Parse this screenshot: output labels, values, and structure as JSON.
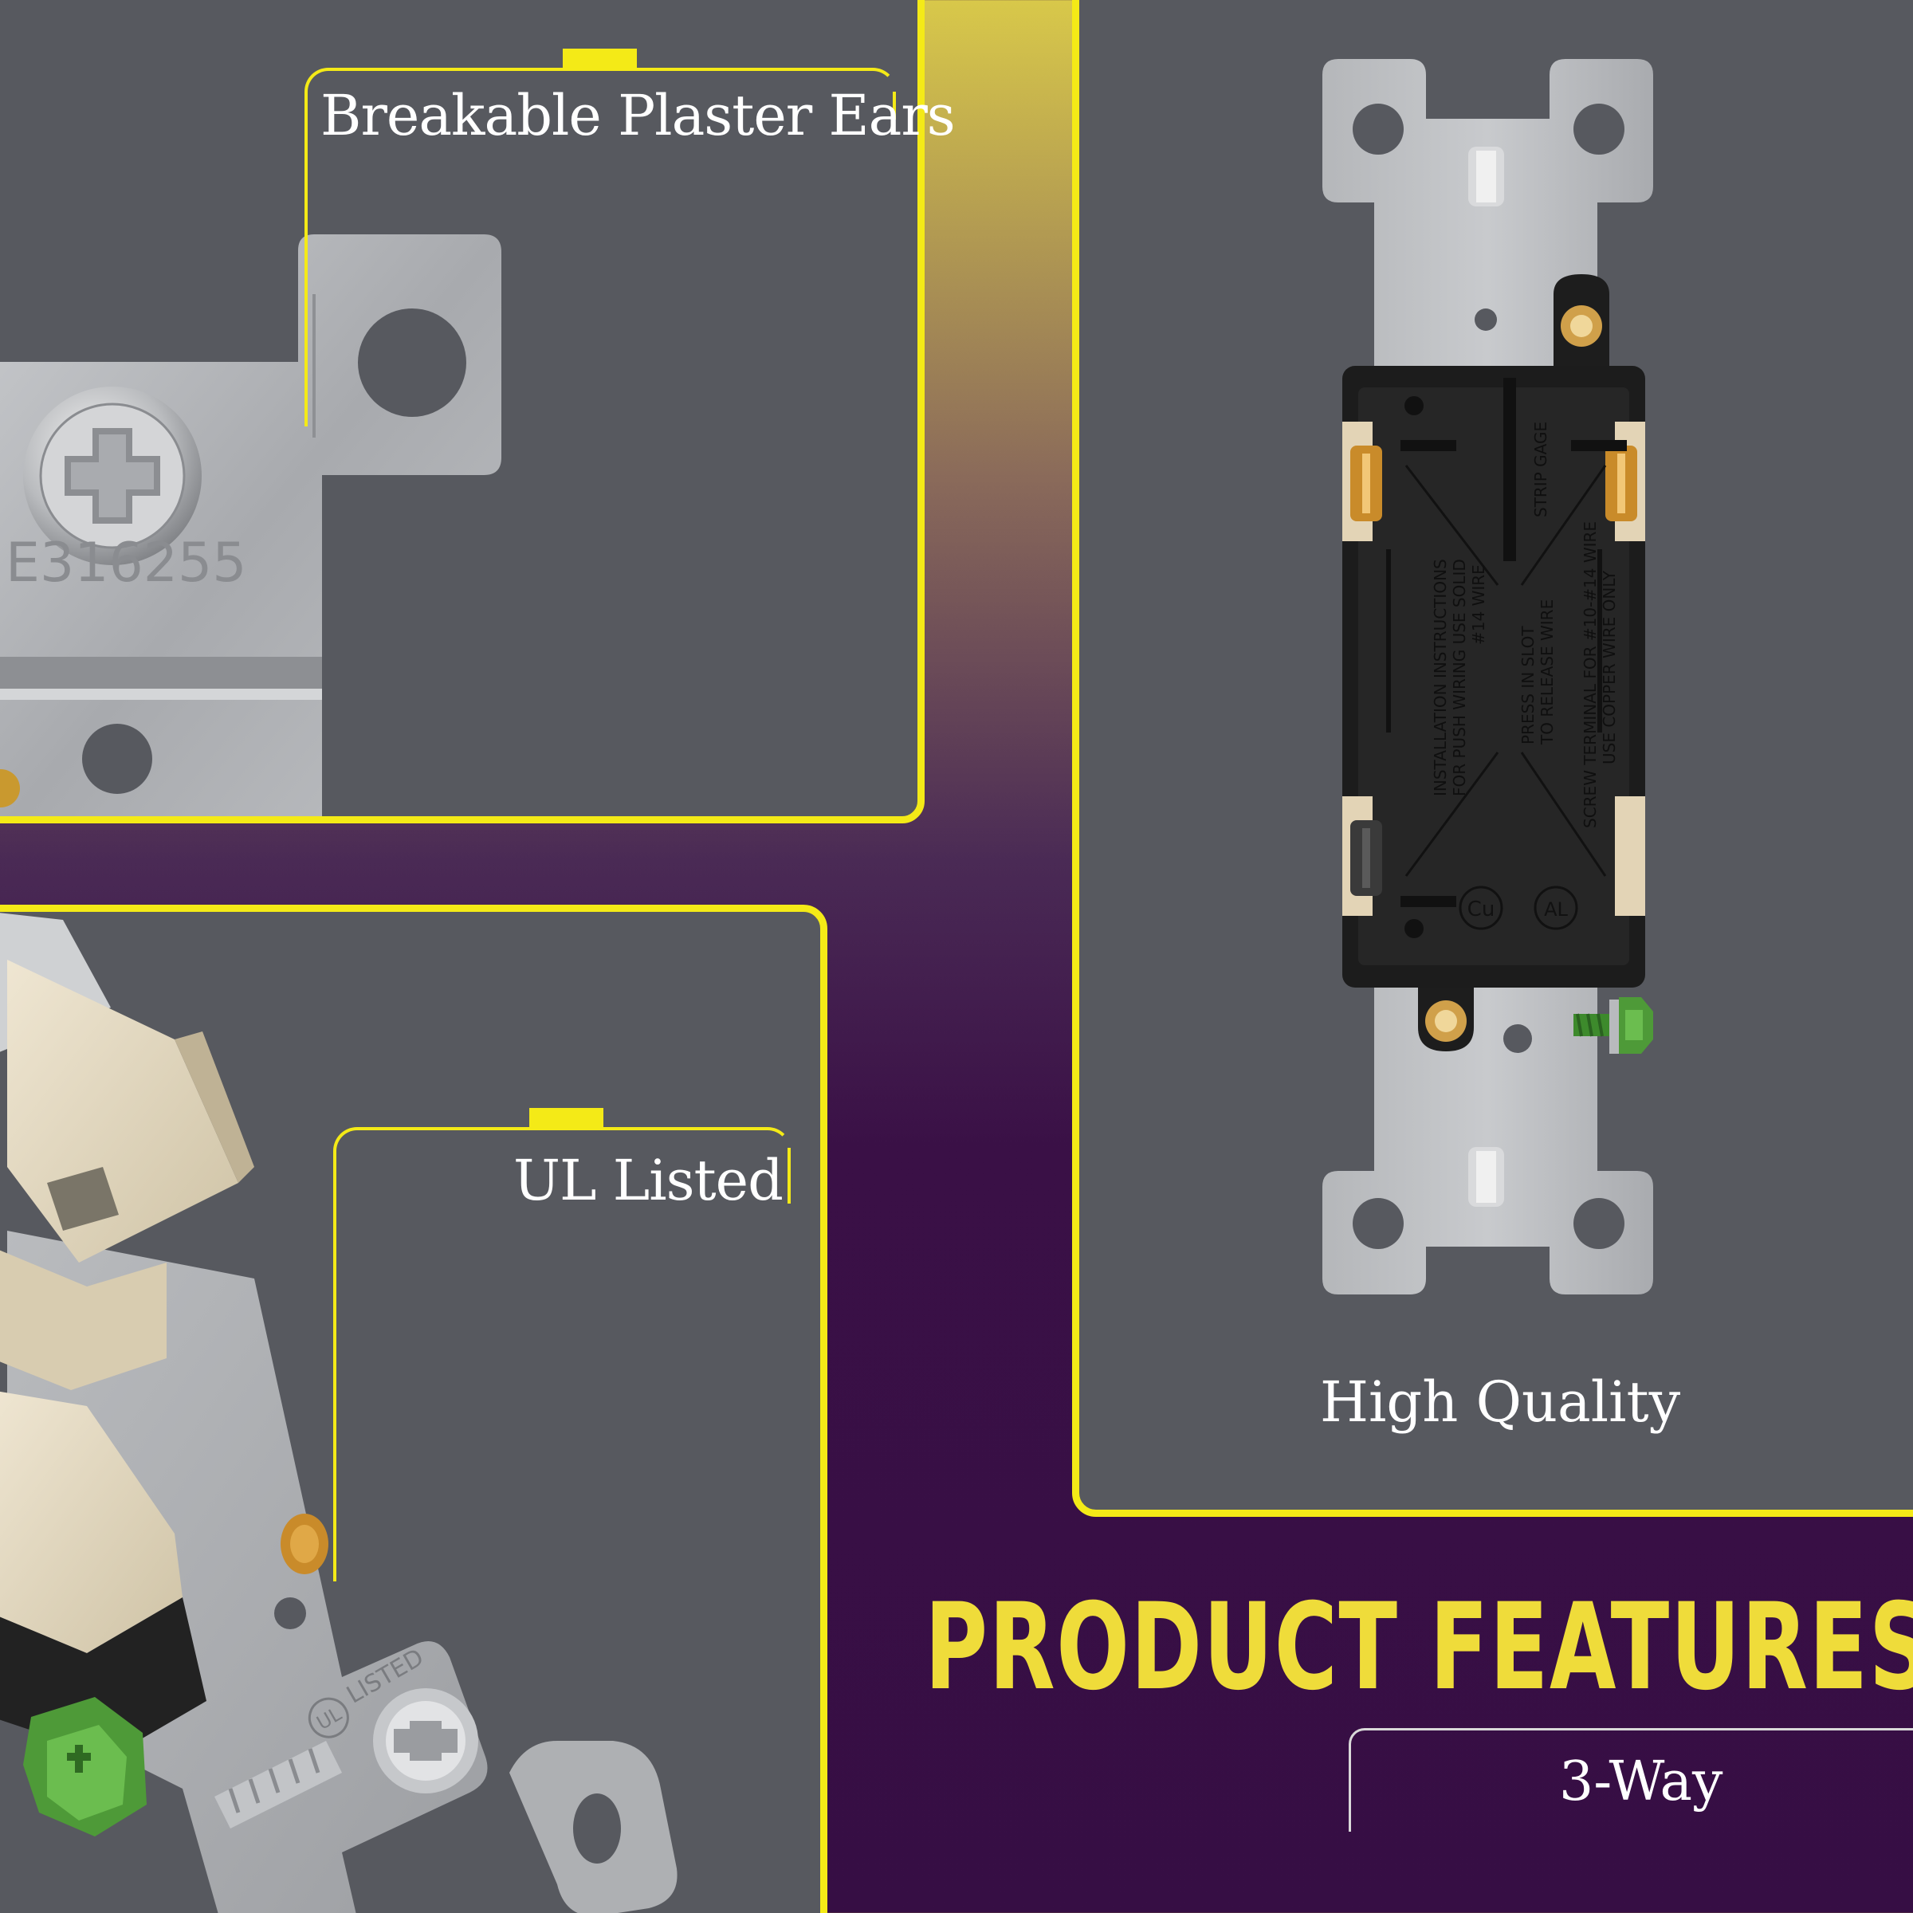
{
  "headline": "PRODUCT FEATURES",
  "variant": "3-Way",
  "features": {
    "plaster_ears": "Breakable Plaster Ears",
    "ul_listed": "UL Listed",
    "high_quality": "High Quality"
  },
  "product_text": {
    "strap_marking": "E316255",
    "strip_gage": "STRIP GAGE",
    "install_line1": "INSTALLATION INSTRUCTIONS",
    "install_line2": "FOR PUSH WIRING USE SOLID",
    "install_line3": "#14 WIRE",
    "press_line1": "PRESS IN SLOT",
    "press_line2": "TO RELEASE WIRE",
    "screw_line1": "SCREW TERMINAL FOR #10-#14 WIRE",
    "screw_line2": "USE COPPER WIRE ONLY",
    "cu": "Cu",
    "al": "AL",
    "listed": "LISTED",
    "ul_mark": "UL"
  },
  "colors": {
    "accent_yellow": "#f4ea17",
    "headline_yellow": "#efdc3a",
    "panel_gray": "#57595f",
    "background_purple": "#360e44",
    "metal": "#b7b9bc",
    "switch_body": "#1c1c1c",
    "toggle_ivory": "#e6dcc6",
    "ground_screw": "#4e9a38"
  },
  "icons": [
    "brass-terminal-icon",
    "ground-screw-icon",
    "ul-mark-icon"
  ]
}
